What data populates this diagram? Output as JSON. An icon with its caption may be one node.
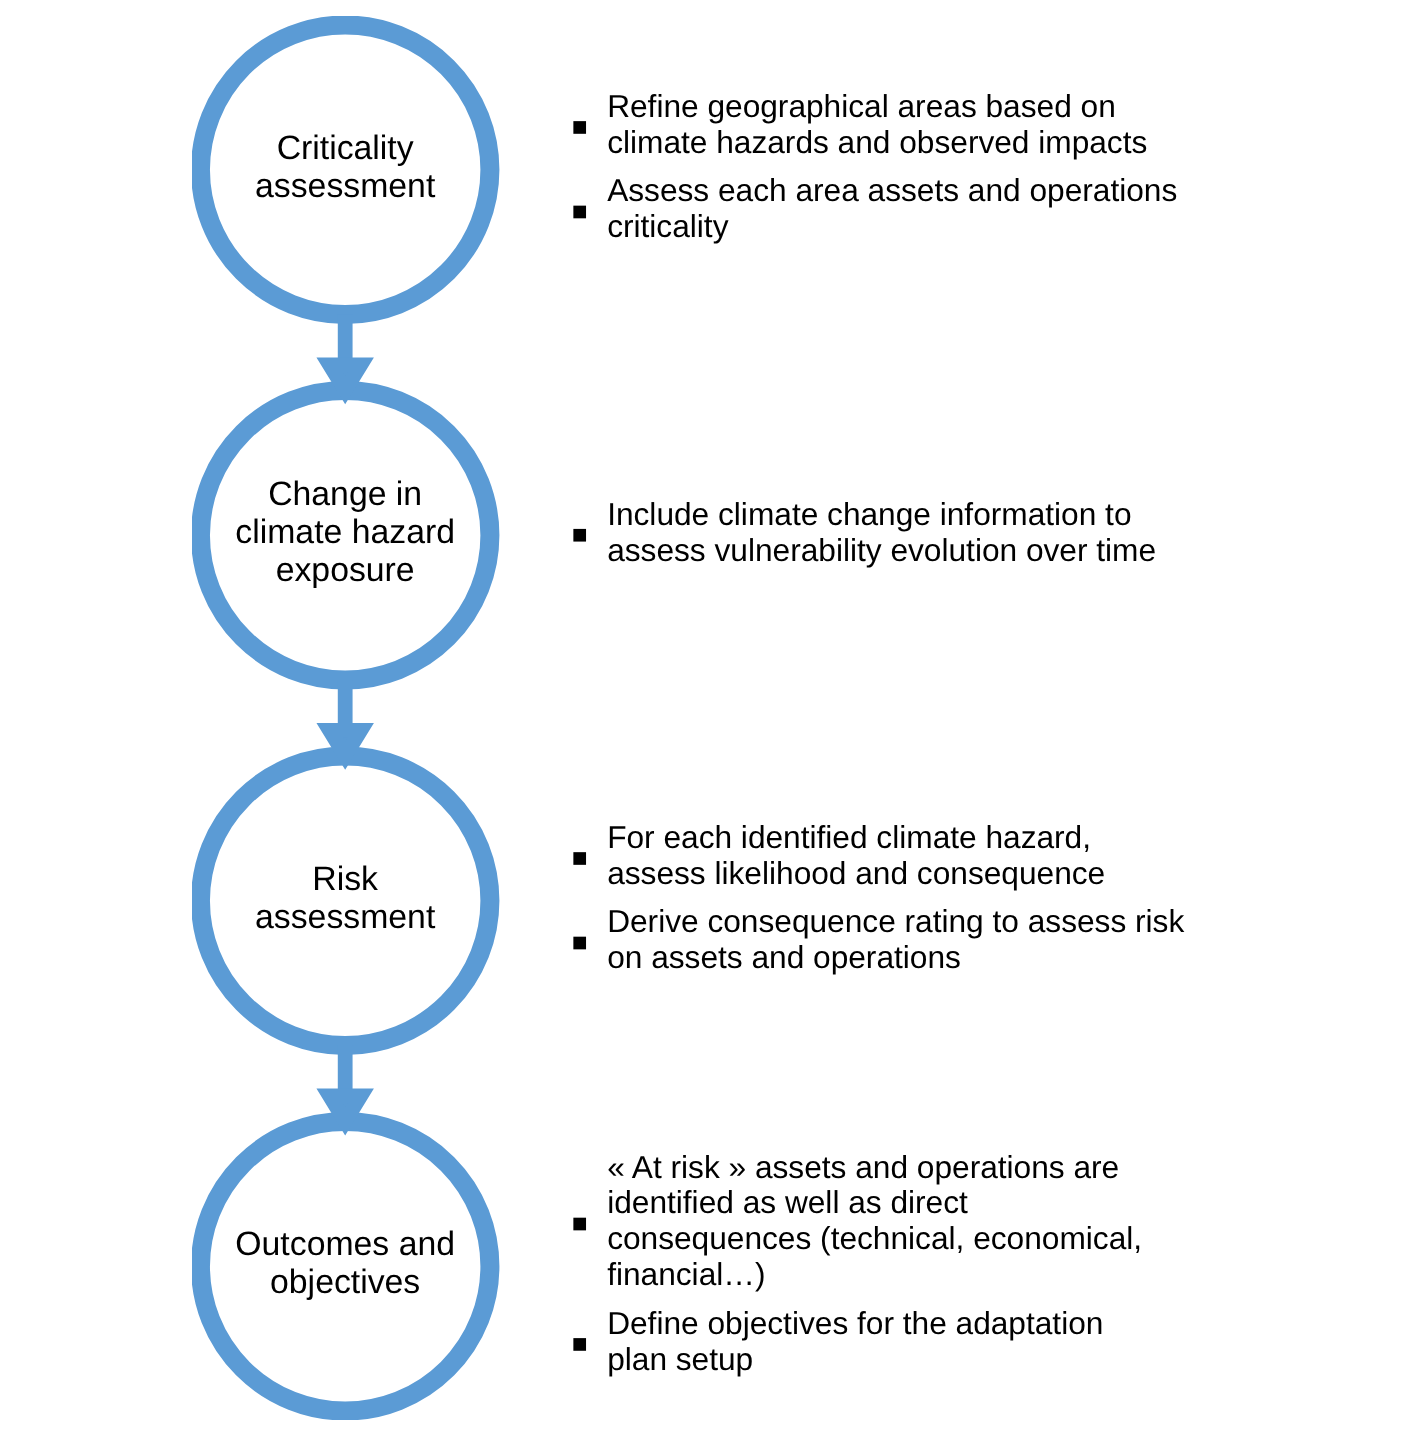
{
  "diagram": {
    "nodes": [
      {
        "text": [
          "Criticality assessment"
        ],
        "beside": [
          "Refine geographical areas based on climate hazards and observed impacts",
          "Assess each area assets and operations criticality"
        ]
      },
      {
        "text": [
          "Change in climate hazard exposure"
        ],
        "beside": [
          "Include climate change information to assess vulnerability evolution over time"
        ]
      },
      {
        "text": [
          "Risk assessment"
        ],
        "beside": [
          "For each identified climate hazard, assess likelihood and consequence",
          "Derive consequence rating to assess risk on assets and operations"
        ]
      },
      {
        "text": [
          "Outcomes and objectives"
        ],
        "beside": [
          "« At risk » assets and operations are identified as well as direct consequences (technical, economical, financial…)",
          "Define objectives for the adaptation plan setup"
        ]
      }
    ],
    "edges": [
      {
        "from": 0,
        "to": 1,
        "arrow": "to"
      },
      {
        "from": 1,
        "to": 2,
        "arrow": "to"
      },
      {
        "from": 2,
        "to": 3,
        "arrow": "to"
      }
    ]
  }
}
